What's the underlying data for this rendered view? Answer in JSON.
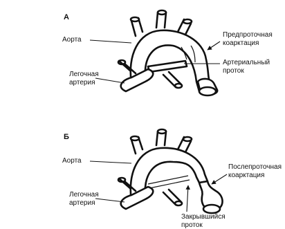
{
  "panel_a": {
    "letter": "А",
    "aorta": "Аорта",
    "pulmonary_line1": "Легочная",
    "pulmonary_line2": "артерия",
    "coarctation_line1": "Предпроточная",
    "coarctation_line2": "коарктация",
    "duct_line1": "Артериальный",
    "duct_line2": "проток"
  },
  "panel_b": {
    "letter": "Б",
    "aorta": "Аорта",
    "pulmonary_line1": "Легочная",
    "pulmonary_line2": "артерия",
    "coarctation_line1": "Послепроточная",
    "coarctation_line2": "коарктация",
    "duct_line1": "Закрывшийся",
    "duct_line2": "проток"
  }
}
